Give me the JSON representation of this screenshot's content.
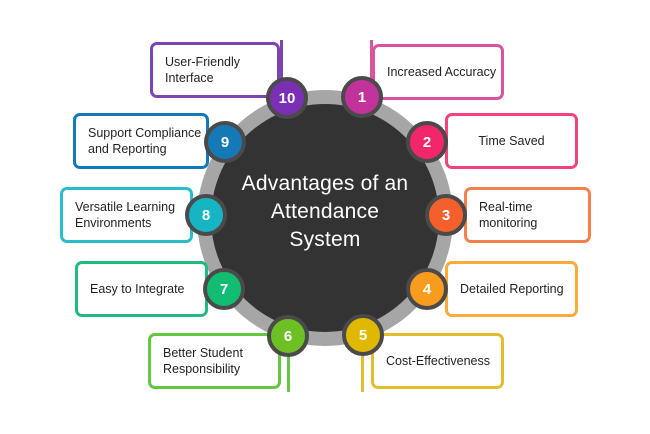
{
  "diagram": {
    "center_title": "Advantages of an\nAttendance\nSystem",
    "colors": {
      "hub_core": "#333333",
      "hub_ring": "#a6a6a6",
      "badge_stroke": "#4a4a4a",
      "background": "#ffffff",
      "text": "#231f20"
    },
    "items": [
      {
        "number": "1",
        "label": "Increased Accuracy",
        "color": "#c1339a",
        "box_color": "#d9539f"
      },
      {
        "number": "2",
        "label": "Time Saved",
        "color": "#f2266b",
        "box_color": "#f4437c"
      },
      {
        "number": "3",
        "label": "Real-time\nmonitoring",
        "color": "#f4602c",
        "box_color": "#f4804e"
      },
      {
        "number": "4",
        "label": "Detailed Reporting",
        "color": "#f99b1c",
        "box_color": "#f9ac39"
      },
      {
        "number": "5",
        "label": "Cost-Effectiveness",
        "color": "#e0b800",
        "box_color": "#e3bd2b"
      },
      {
        "number": "6",
        "label": "Better Student\nResponsibility",
        "color": "#6cc024",
        "box_color": "#63c73f"
      },
      {
        "number": "7",
        "label": "Easy to Integrate",
        "color": "#12bd72",
        "box_color": "#21bb7e"
      },
      {
        "number": "8",
        "label": "Versatile Learning\nEnvironments",
        "color": "#17b5c4",
        "box_color": "#2bbccb"
      },
      {
        "number": "9",
        "label": "Support Compliance\nand Reporting",
        "color": "#1579b8",
        "box_color": "#1178b9"
      },
      {
        "number": "10",
        "label": "User-Friendly\nInterface",
        "color": "#7b2fb5",
        "box_color": "#7b44b0"
      }
    ]
  }
}
